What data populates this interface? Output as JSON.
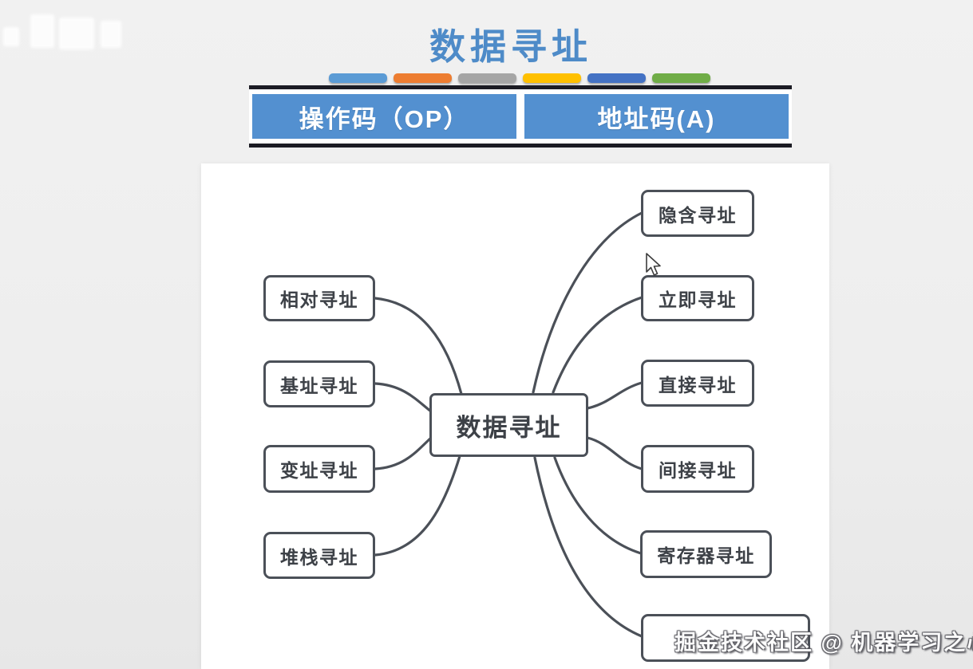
{
  "page": {
    "title": "数据寻址"
  },
  "theme": {
    "title-blue": "#4e8bc8",
    "header-blue": "#5390d0",
    "node-border": "#4b5058",
    "node-text": "#3d4147",
    "panel-bg": "#ffffff"
  },
  "accent_bars": {
    "colors": [
      "#5B9BD5",
      "#ED7D31",
      "#A5A5A5",
      "#FFC000",
      "#4472C4",
      "#70AD47"
    ]
  },
  "instruction_format": {
    "opcode_label": "操作码（OP）",
    "address_label": "地址码(A)"
  },
  "mindmap": {
    "center": {
      "label": "数据寻址"
    },
    "left_nodes": [
      {
        "label": "相对寻址"
      },
      {
        "label": "基址寻址"
      },
      {
        "label": "变址寻址"
      },
      {
        "label": "堆栈寻址"
      }
    ],
    "right_nodes": [
      {
        "label": "隐含寻址"
      },
      {
        "label": "立即寻址"
      },
      {
        "label": "直接寻址"
      },
      {
        "label": "间接寻址"
      },
      {
        "label": "寄存器寻址"
      },
      {
        "label": "",
        "obscured_by_watermark": true
      }
    ]
  },
  "watermark": {
    "text": "掘金技术社区 @ 机器学习之心AI"
  }
}
